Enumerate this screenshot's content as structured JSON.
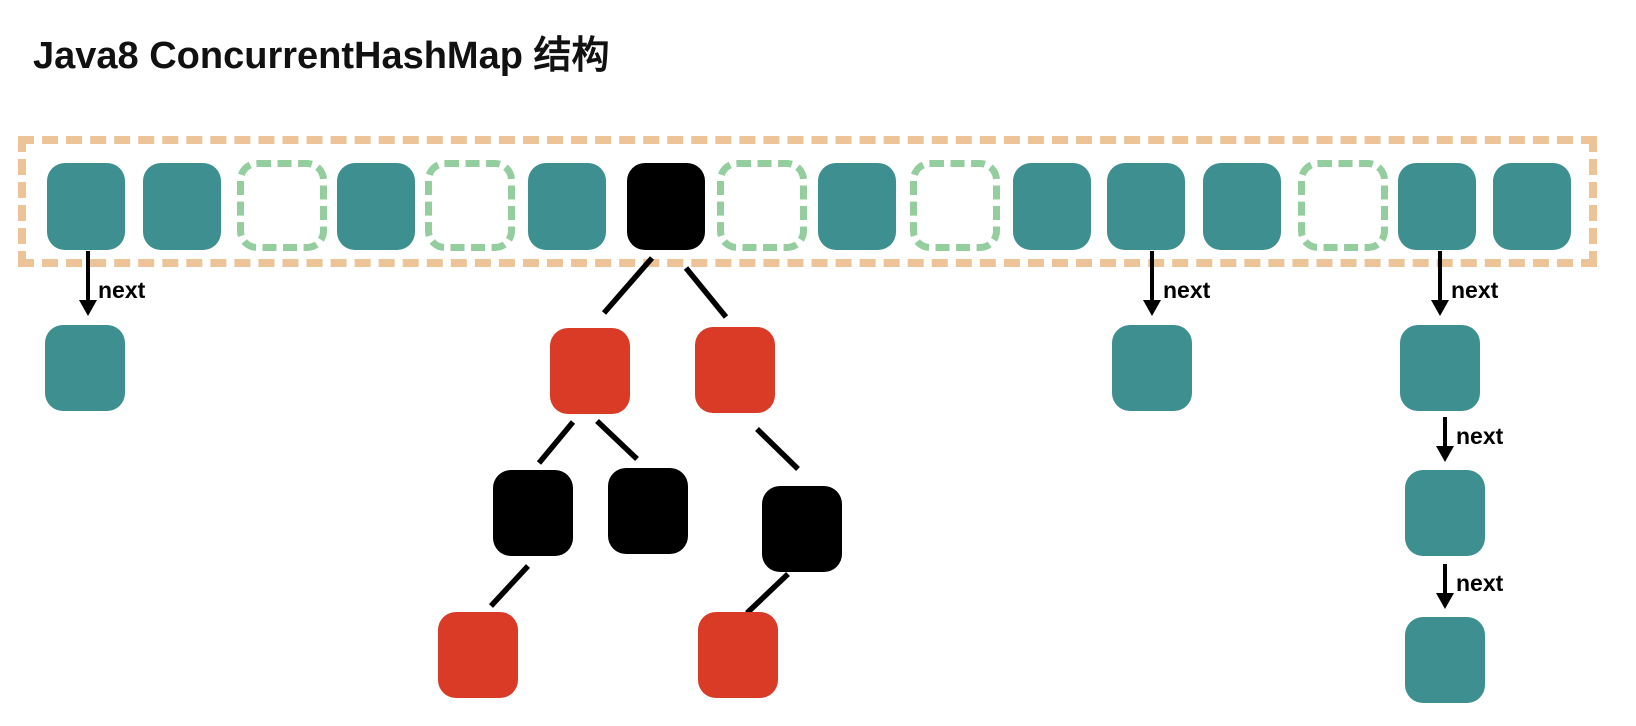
{
  "title": "Java8 ConcurrentHashMap 结构",
  "colors": {
    "teal": "#3D8F90",
    "red": "#DA3B26",
    "black": "#000000",
    "array_border": "#ECC497",
    "empty_slot_border": "#94CD9E",
    "background": "#FFFFFF",
    "text": "#111111"
  },
  "bucket_array": {
    "slot_count": 16,
    "slots": [
      "filled",
      "filled",
      "empty",
      "filled",
      "empty",
      "filled",
      "tree-root",
      "empty",
      "filled",
      "empty",
      "filled",
      "filled",
      "filled",
      "empty",
      "filled",
      "filled"
    ]
  },
  "nodes": [
    {
      "id": "bucket0-node1",
      "group": "linked-list",
      "color": "teal"
    },
    {
      "id": "tree-red-left",
      "group": "red-black-tree",
      "color": "red"
    },
    {
      "id": "tree-red-right",
      "group": "red-black-tree",
      "color": "red"
    },
    {
      "id": "tree-black-left",
      "group": "red-black-tree",
      "color": "black"
    },
    {
      "id": "tree-black-mid",
      "group": "red-black-tree",
      "color": "black"
    },
    {
      "id": "tree-black-right",
      "group": "red-black-tree",
      "color": "black"
    },
    {
      "id": "tree-red-bottom-left",
      "group": "red-black-tree",
      "color": "red"
    },
    {
      "id": "tree-red-bottom-right",
      "group": "red-black-tree",
      "color": "red"
    },
    {
      "id": "bucket11-node1",
      "group": "linked-list",
      "color": "teal"
    },
    {
      "id": "bucket14-node1",
      "group": "linked-list",
      "color": "teal"
    },
    {
      "id": "bucket14-node2",
      "group": "linked-list",
      "color": "teal"
    },
    {
      "id": "bucket14-node3",
      "group": "linked-list",
      "color": "teal"
    }
  ],
  "red_black_tree": {
    "root_bucket_index": 6,
    "edges": [
      {
        "from": "bucket-6",
        "to": "tree-red-left"
      },
      {
        "from": "bucket-6",
        "to": "tree-red-right"
      },
      {
        "from": "tree-red-left",
        "to": "tree-black-left"
      },
      {
        "from": "tree-red-left",
        "to": "tree-black-mid"
      },
      {
        "from": "tree-red-right",
        "to": "tree-black-right"
      },
      {
        "from": "tree-black-left",
        "to": "tree-red-bottom-left"
      },
      {
        "from": "tree-black-right",
        "to": "tree-red-bottom-right"
      }
    ]
  },
  "next_arrows": [
    {
      "from": "bucket-0",
      "to": "bucket0-node1",
      "label": "next"
    },
    {
      "from": "bucket-11",
      "to": "bucket11-node1",
      "label": "next"
    },
    {
      "from": "bucket-14",
      "to": "bucket14-node1",
      "label": "next"
    },
    {
      "from": "bucket14-node1",
      "to": "bucket14-node2",
      "label": "next"
    },
    {
      "from": "bucket14-node2",
      "to": "bucket14-node3",
      "label": "next"
    }
  ]
}
